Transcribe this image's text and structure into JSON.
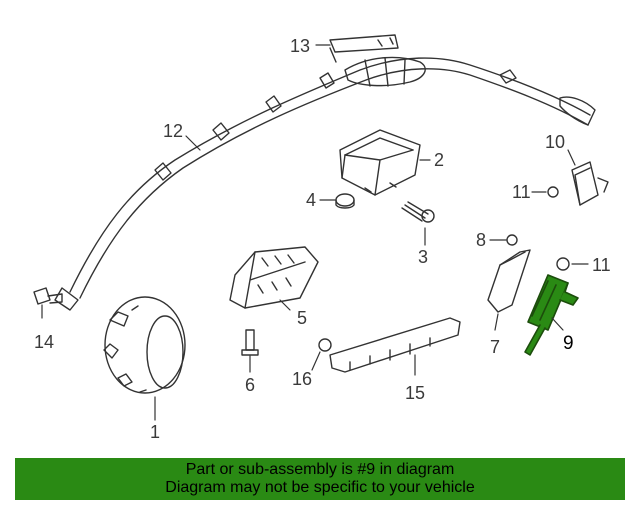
{
  "callouts": {
    "c1": "1",
    "c2": "2",
    "c3": "3",
    "c4": "4",
    "c5": "5",
    "c6": "6",
    "c7": "7",
    "c8": "8",
    "c9": "9",
    "c10": "10",
    "c11a": "11",
    "c11b": "11",
    "c12": "12",
    "c13": "13",
    "c14": "14",
    "c15": "15",
    "c16": "16"
  },
  "highlight": {
    "part": "9",
    "color": "#2a8a14"
  },
  "banner": {
    "line1": "Part or sub-assembly is #9 in diagram",
    "line2": "Diagram may not be specific to your vehicle",
    "color": "#2a8a14"
  }
}
